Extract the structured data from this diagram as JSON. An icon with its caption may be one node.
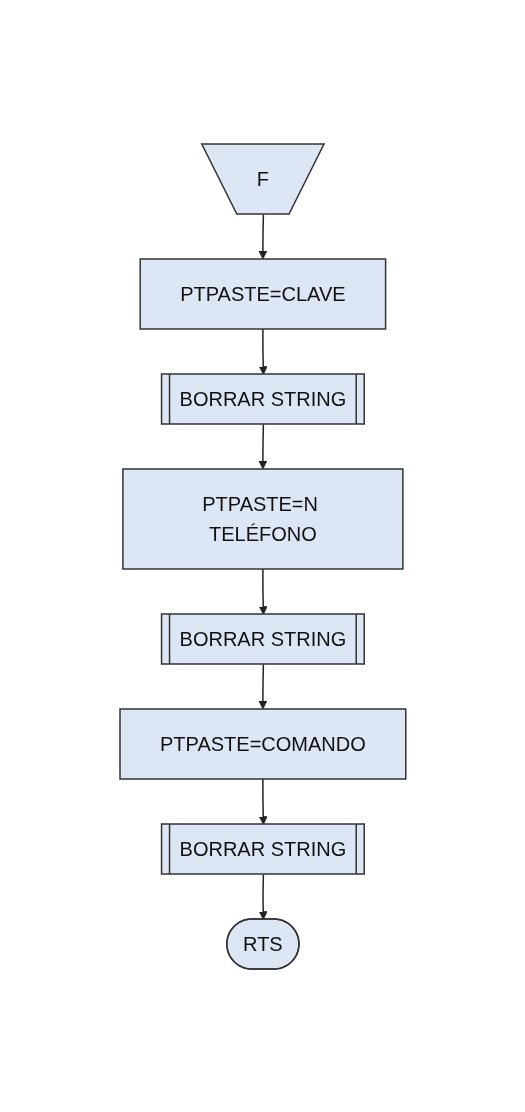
{
  "diagram": {
    "nodes": [
      {
        "text": [
          "F"
        ]
      },
      {
        "text": [
          "PTPASTE=CLAVE"
        ]
      },
      {
        "text": [
          "BORRAR STRING"
        ]
      },
      {
        "text": [
          "PTPASTE=N TELÉFONO"
        ]
      },
      {
        "text": [
          "BORRAR STRING"
        ]
      },
      {
        "text": [
          "PTPASTE=COMANDO"
        ]
      },
      {
        "text": [
          "BORRAR STRING"
        ]
      },
      {
        "text": [
          "RTS"
        ]
      }
    ],
    "edges": [
      {
        "from": 0,
        "to": 1,
        "arrow": "to"
      },
      {
        "from": 1,
        "to": 2,
        "arrow": "to"
      },
      {
        "from": 2,
        "to": 3,
        "arrow": "to"
      },
      {
        "from": 3,
        "to": 4,
        "arrow": "to"
      },
      {
        "from": 4,
        "to": 5,
        "arrow": "to"
      },
      {
        "from": 5,
        "to": 6,
        "arrow": "to"
      },
      {
        "from": 6,
        "to": 7,
        "arrow": "to"
      }
    ]
  }
}
